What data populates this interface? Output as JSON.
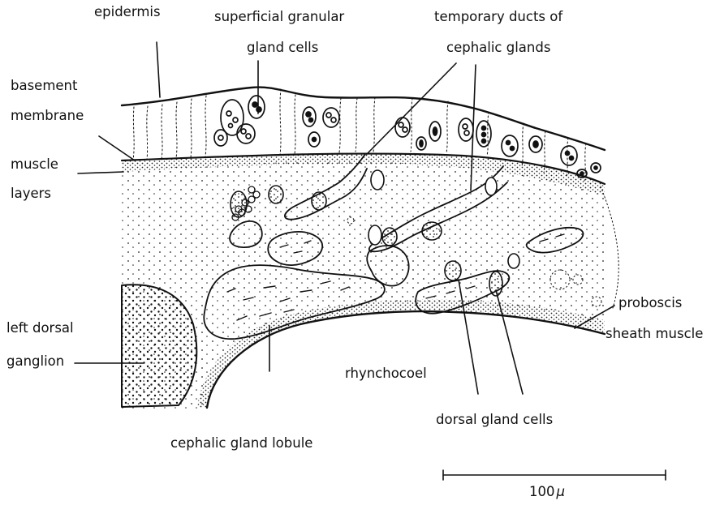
{
  "figure": {
    "ink_color": "#111111",
    "background": "#ffffff",
    "labels": {
      "epidermis": "epidermis",
      "superficial_granular": "superficial granular",
      "gland_cells": "gland cells",
      "temporary_ducts": "temporary ducts of",
      "cephalic_glands": "cephalic glands",
      "basement": "basement",
      "membrane": "membrane",
      "muscle": "muscle",
      "layers": "layers",
      "proboscis": "proboscis",
      "sheath_muscle": "sheath muscle",
      "left_dorsal": "left dorsal",
      "ganglion": "ganglion",
      "rhynchocoel": "rhynchocoel",
      "dorsal_gland_cells": "dorsal gland cells",
      "cephalic_gland_lobule": "cephalic gland lobule"
    },
    "scale_bar": {
      "value": "100",
      "unit": "μ"
    }
  }
}
